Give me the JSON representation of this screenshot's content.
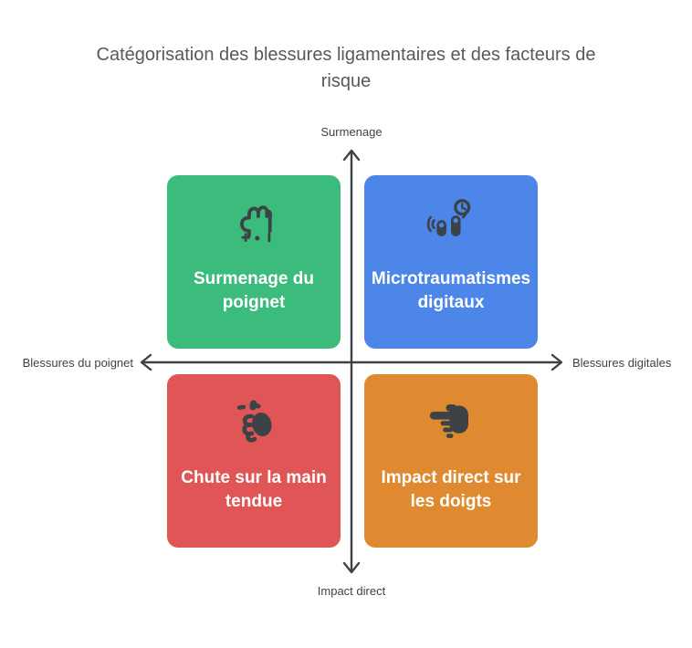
{
  "title": "Catégorisation des blessures ligamentaires et des facteurs de risque",
  "axes": {
    "top": "Surmenage",
    "bottom": "Impact direct",
    "left": "Blessures du poignet",
    "right": "Blessures digitales"
  },
  "quadrants": {
    "top_left": {
      "label": "Surmenage du poignet",
      "color": "#3BBC7D",
      "icon": "clenched-fist-wrist-icon"
    },
    "top_right": {
      "label": "Microtraumatismes digitaux",
      "color": "#4C86E9",
      "icon": "tapping-fingers-clock-icon"
    },
    "bottom_left": {
      "label": "Chute sur la main tendue",
      "color": "#E05556",
      "icon": "falling-fist-impact-icon"
    },
    "bottom_right": {
      "label": "Impact direct sur les doigts",
      "color": "#DF8A31",
      "icon": "hand-pointing-left-icon"
    }
  },
  "colors": {
    "background": "#FFFFFF",
    "title_text": "#595959",
    "axis_line": "#3C4245",
    "axis_label_text": "#3E4245",
    "icon_dark": "#3C4245",
    "quadrant_text": "#FFFFFF"
  }
}
